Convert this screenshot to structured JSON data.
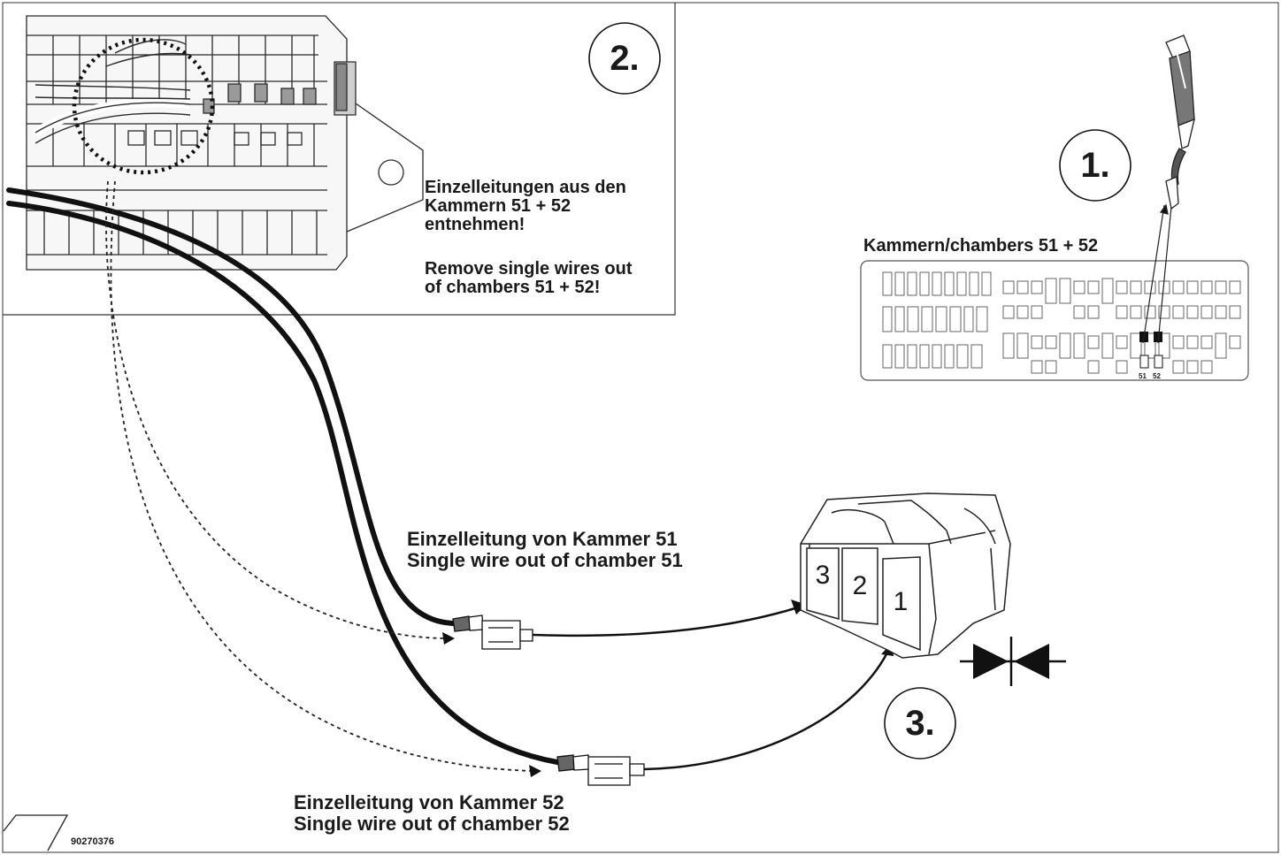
{
  "steps": {
    "step1": "1.",
    "step2": "2.",
    "step3": "3."
  },
  "instruction": {
    "de": [
      "Einzelleitungen aus den",
      "Kammern 51 + 52",
      "entnehmen!"
    ],
    "en": [
      "Remove single wires out",
      "of chambers 51 + 52!"
    ]
  },
  "chambers": {
    "title": "Kammern/chambers 51 + 52",
    "label_51": "51",
    "label_52": "52"
  },
  "wire51": {
    "de": "Einzelleitung von Kammer 51",
    "en": "Single wire out of chamber 51"
  },
  "wire52": {
    "de": "Einzelleitung von Kammer 52",
    "en": "Single wire out of chamber 52"
  },
  "connector_pins": [
    "3",
    "2",
    "1"
  ],
  "part_number": "90270376"
}
